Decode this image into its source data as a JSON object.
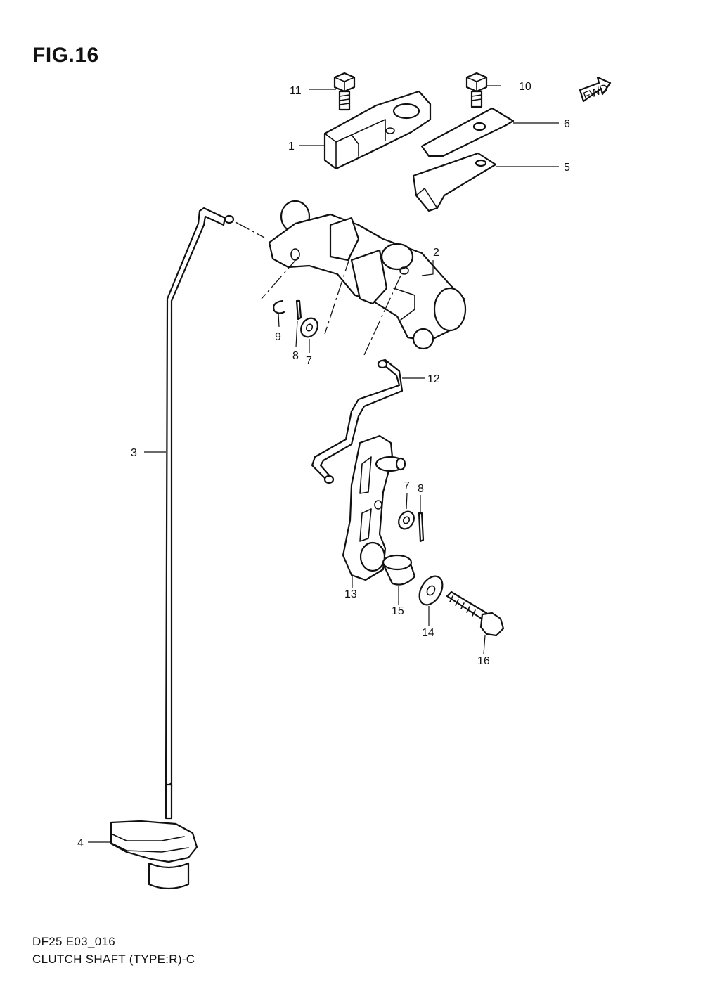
{
  "figure": {
    "title": "FIG.16"
  },
  "fwd_badge": {
    "label": "FWD"
  },
  "callouts": [
    {
      "id": "1",
      "label": "1"
    },
    {
      "id": "2",
      "label": "2"
    },
    {
      "id": "3",
      "label": "3"
    },
    {
      "id": "4",
      "label": "4"
    },
    {
      "id": "5",
      "label": "5"
    },
    {
      "id": "6",
      "label": "6"
    },
    {
      "id": "7a",
      "label": "7"
    },
    {
      "id": "7b",
      "label": "7"
    },
    {
      "id": "8a",
      "label": "8"
    },
    {
      "id": "8b",
      "label": "8"
    },
    {
      "id": "9",
      "label": "9"
    },
    {
      "id": "10",
      "label": "10"
    },
    {
      "id": "11",
      "label": "11"
    },
    {
      "id": "12",
      "label": "12"
    },
    {
      "id": "13",
      "label": "13"
    },
    {
      "id": "14",
      "label": "14"
    },
    {
      "id": "15",
      "label": "15"
    },
    {
      "id": "16",
      "label": "16"
    }
  ],
  "footer": {
    "code": "DF25 E03_016",
    "caption": "CLUTCH SHAFT (TYPE:R)-C"
  }
}
